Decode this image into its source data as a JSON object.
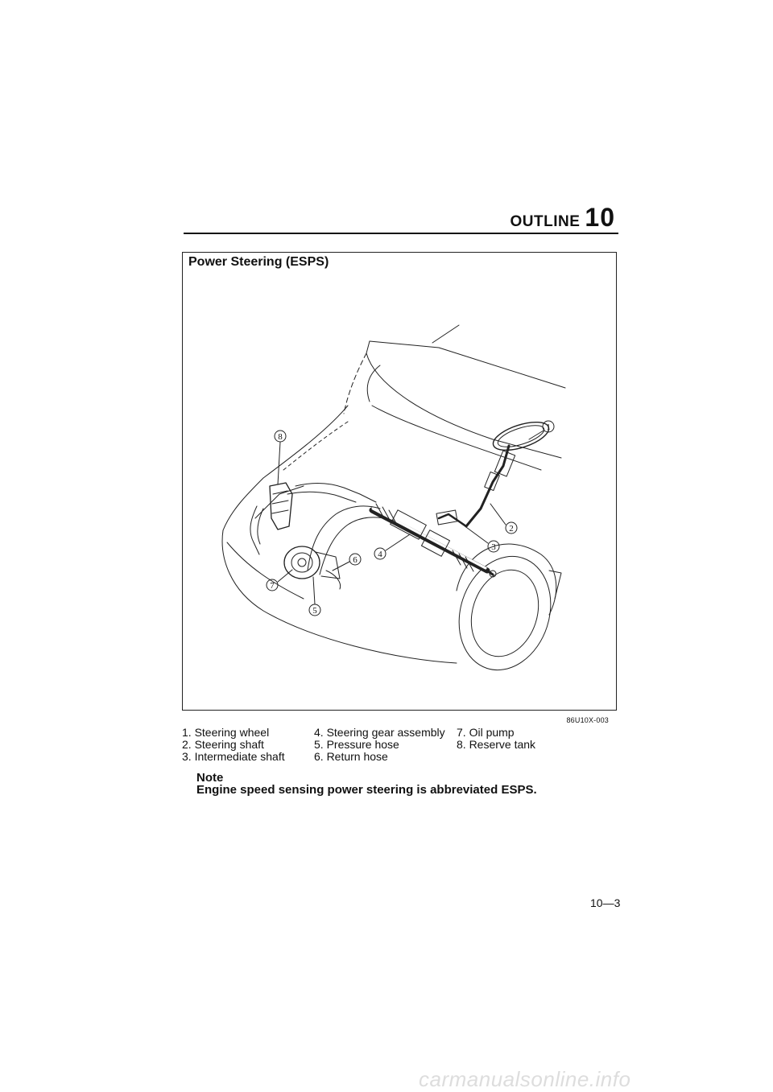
{
  "header": {
    "section_word": "OUTLINE",
    "section_number": "10"
  },
  "figure": {
    "title": "Power Steering (ESPS)",
    "code": "86U10X-003",
    "callouts": [
      "1",
      "2",
      "3",
      "4",
      "5",
      "6",
      "7",
      "8"
    ]
  },
  "legend": {
    "col1": [
      "1. Steering wheel",
      "2. Steering shaft",
      "3. Intermediate shaft"
    ],
    "col2": [
      "4. Steering gear assembly",
      "5. Pressure hose",
      "6. Return hose"
    ],
    "col3": [
      "7. Oil pump",
      "8. Reserve tank"
    ]
  },
  "note": {
    "title": "Note",
    "text": "Engine speed sensing power steering is abbreviated ESPS."
  },
  "page_number": "10—3",
  "footer": "carmanualsonline.info"
}
